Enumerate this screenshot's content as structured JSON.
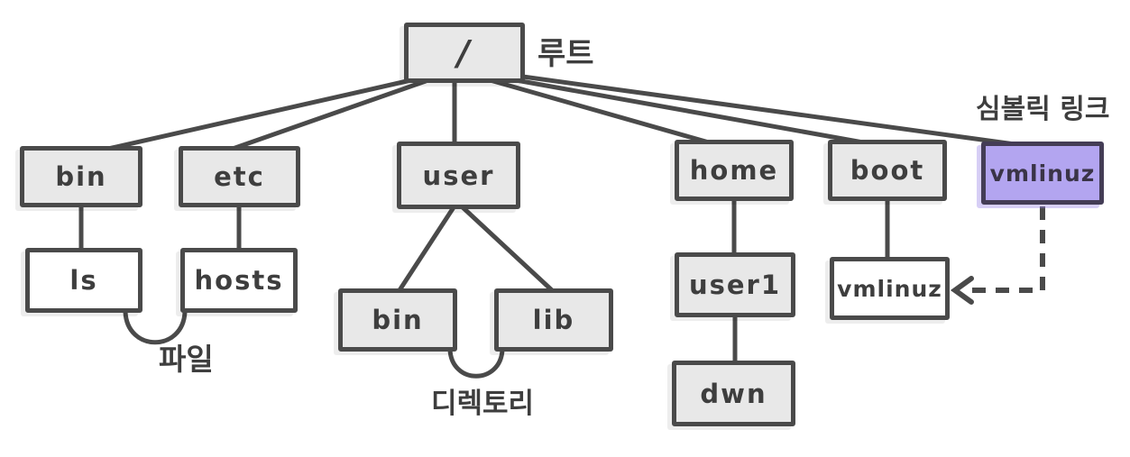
{
  "colors": {
    "background": "#ffffff",
    "node_fill": "#e8e8e8",
    "file_node_fill": "#ffffff",
    "node_border": "#4a4a4a",
    "line": "#4a4a4a",
    "text": "#3e3e3e",
    "symlink_fill": "#b3a5f0",
    "symlink_border": "#443d56"
  },
  "nodes": {
    "root": {
      "label": "/"
    },
    "bin": {
      "label": "bin"
    },
    "etc": {
      "label": "etc"
    },
    "user": {
      "label": "user"
    },
    "home": {
      "label": "home"
    },
    "boot": {
      "label": "boot"
    },
    "vmlinuz_symlink": {
      "label": "vmlinuz"
    },
    "ls": {
      "label": "ls"
    },
    "hosts": {
      "label": "hosts"
    },
    "user_bin": {
      "label": "bin"
    },
    "user_lib": {
      "label": "lib"
    },
    "user1": {
      "label": "user1"
    },
    "boot_vmlinuz": {
      "label": "vmlinuz"
    },
    "dwn": {
      "label": "dwn"
    }
  },
  "annotations": {
    "root_label": "루트",
    "symlink_label": "심볼릭 링크",
    "file_label": "파일",
    "directory_label": "디렉토리"
  },
  "tree_edges": [
    [
      "/",
      "bin"
    ],
    [
      "/",
      "etc"
    ],
    [
      "/",
      "user"
    ],
    [
      "/",
      "home"
    ],
    [
      "/",
      "boot"
    ],
    [
      "/",
      "vmlinuz"
    ],
    [
      "bin",
      "ls"
    ],
    [
      "etc",
      "hosts"
    ],
    [
      "user",
      "bin"
    ],
    [
      "user",
      "lib"
    ],
    [
      "home",
      "user1"
    ],
    [
      "boot",
      "vmlinuz"
    ],
    [
      "user1",
      "dwn"
    ]
  ],
  "symlink_edge": {
    "from": "/vmlinuz",
    "to": "/boot/vmlinuz",
    "style": "dashed-arrow"
  }
}
